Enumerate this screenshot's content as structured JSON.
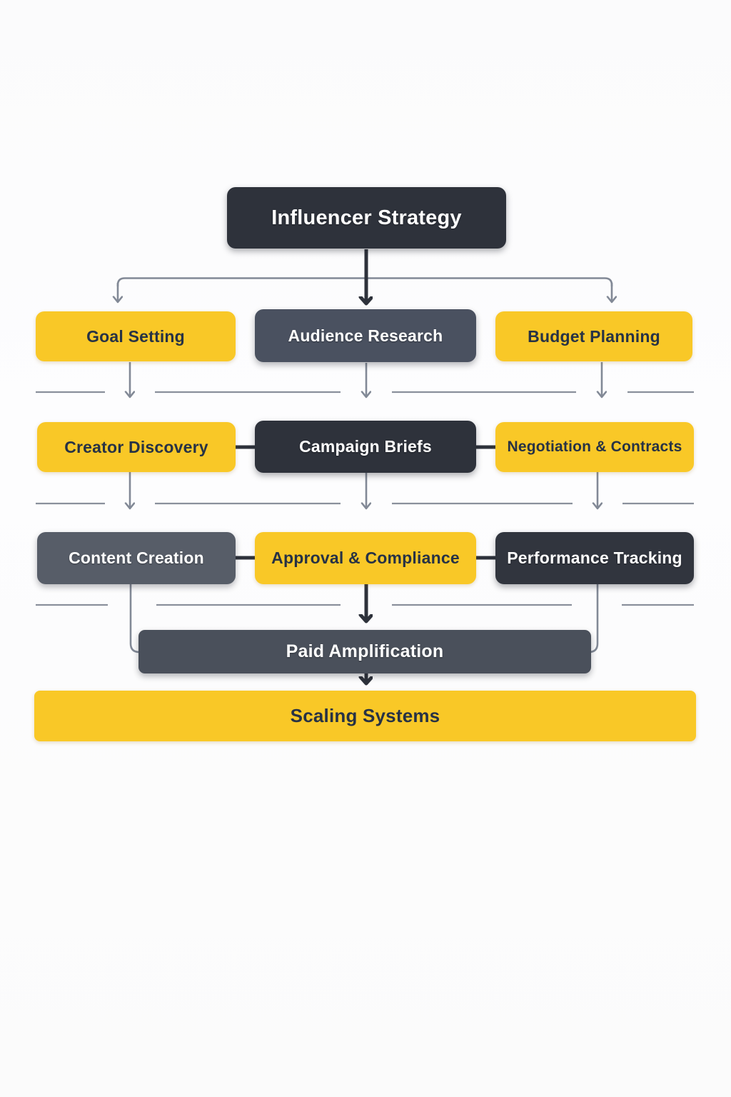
{
  "diagram": {
    "type": "flowchart",
    "title": "Influencer Strategy",
    "palette": {
      "yellow": "#F9C827",
      "dark": "#2E323B",
      "slate_audience": "#4A5160",
      "slate_content": "#575D68",
      "dark_performance": "#31353E",
      "slate_paid": "#4A505B",
      "text_on_yellow": "#273245",
      "text_on_dark": "#FFFFFF",
      "connector_thin_gray": "#828996",
      "connector_thick_dark": "#2E323B",
      "background": "#FBFBFC"
    },
    "nodes": {
      "strategy": {
        "label": "Influencer Strategy",
        "color": "dark"
      },
      "goal_setting": {
        "label": "Goal Setting",
        "color": "yellow"
      },
      "audience_research": {
        "label": "Audience Research",
        "color": "slate_audience"
      },
      "budget_planning": {
        "label": "Budget Planning",
        "color": "yellow"
      },
      "creator_discovery": {
        "label": "Creator Discovery",
        "color": "yellow"
      },
      "campaign_briefs": {
        "label": "Campaign Briefs",
        "color": "dark"
      },
      "negotiation_contracts": {
        "label": "Negotiation & Contracts",
        "color": "yellow"
      },
      "content_creation": {
        "label": "Content Creation",
        "color": "slate_content"
      },
      "approval_compliance": {
        "label": "Approval & Compliance",
        "color": "yellow"
      },
      "performance_tracking": {
        "label": "Performance Tracking",
        "color": "dark_performance"
      },
      "paid_amplification": {
        "label": "Paid Amplification",
        "color": "slate_paid"
      },
      "scaling_systems": {
        "label": "Scaling Systems",
        "color": "yellow"
      }
    },
    "edges": [
      {
        "from": "strategy",
        "to": "goal_setting",
        "style": "thin-arrow"
      },
      {
        "from": "strategy",
        "to": "audience_research",
        "style": "thick-arrow"
      },
      {
        "from": "strategy",
        "to": "budget_planning",
        "style": "thin-arrow"
      },
      {
        "from": "goal_setting",
        "to": "creator_discovery",
        "style": "thin-arrow"
      },
      {
        "from": "audience_research",
        "to": "campaign_briefs",
        "style": "thin-arrow"
      },
      {
        "from": "budget_planning",
        "to": "negotiation_contracts",
        "style": "thin-arrow"
      },
      {
        "from": "creator_discovery",
        "to": "campaign_briefs",
        "style": "thick-link"
      },
      {
        "from": "campaign_briefs",
        "to": "negotiation_contracts",
        "style": "thick-link"
      },
      {
        "from": "creator_discovery",
        "to": "content_creation",
        "style": "thin-arrow"
      },
      {
        "from": "campaign_briefs",
        "to": "approval_compliance",
        "style": "thin-arrow"
      },
      {
        "from": "negotiation_contracts",
        "to": "performance_tracking",
        "style": "thin-arrow"
      },
      {
        "from": "content_creation",
        "to": "approval_compliance",
        "style": "thick-link"
      },
      {
        "from": "approval_compliance",
        "to": "performance_tracking",
        "style": "thick-link"
      },
      {
        "from": "content_creation",
        "to": "paid_amplification",
        "style": "thin-elbow"
      },
      {
        "from": "approval_compliance",
        "to": "paid_amplification",
        "style": "thick-arrow"
      },
      {
        "from": "performance_tracking",
        "to": "paid_amplification",
        "style": "thin-elbow"
      },
      {
        "from": "paid_amplification",
        "to": "scaling_systems",
        "style": "thick-arrow"
      }
    ]
  }
}
